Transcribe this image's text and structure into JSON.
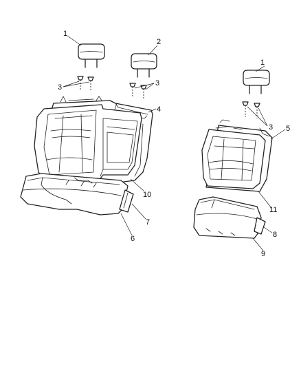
{
  "callouts": {
    "n1a": "1",
    "n2": "2",
    "n3a": "3",
    "n3b": "3",
    "n4": "4",
    "n6": "6",
    "n7": "7",
    "n10": "10",
    "n1b": "1",
    "n3c": "3",
    "n5": "5",
    "n11": "11",
    "n8": "8",
    "n9": "9"
  },
  "parts": {
    "left": [
      "headrest",
      "headrest",
      "headrest-guide-sleeve",
      "seat-back-frame",
      "seat-back-cover-and-foam",
      "seat-cushion",
      "seat-cushion-trim"
    ],
    "right": [
      "headrest",
      "headrest-guide-sleeve",
      "seat-back-frame",
      "seat-back-cover-and-foam",
      "seat-cushion-trim",
      "seat-cushion"
    ]
  }
}
